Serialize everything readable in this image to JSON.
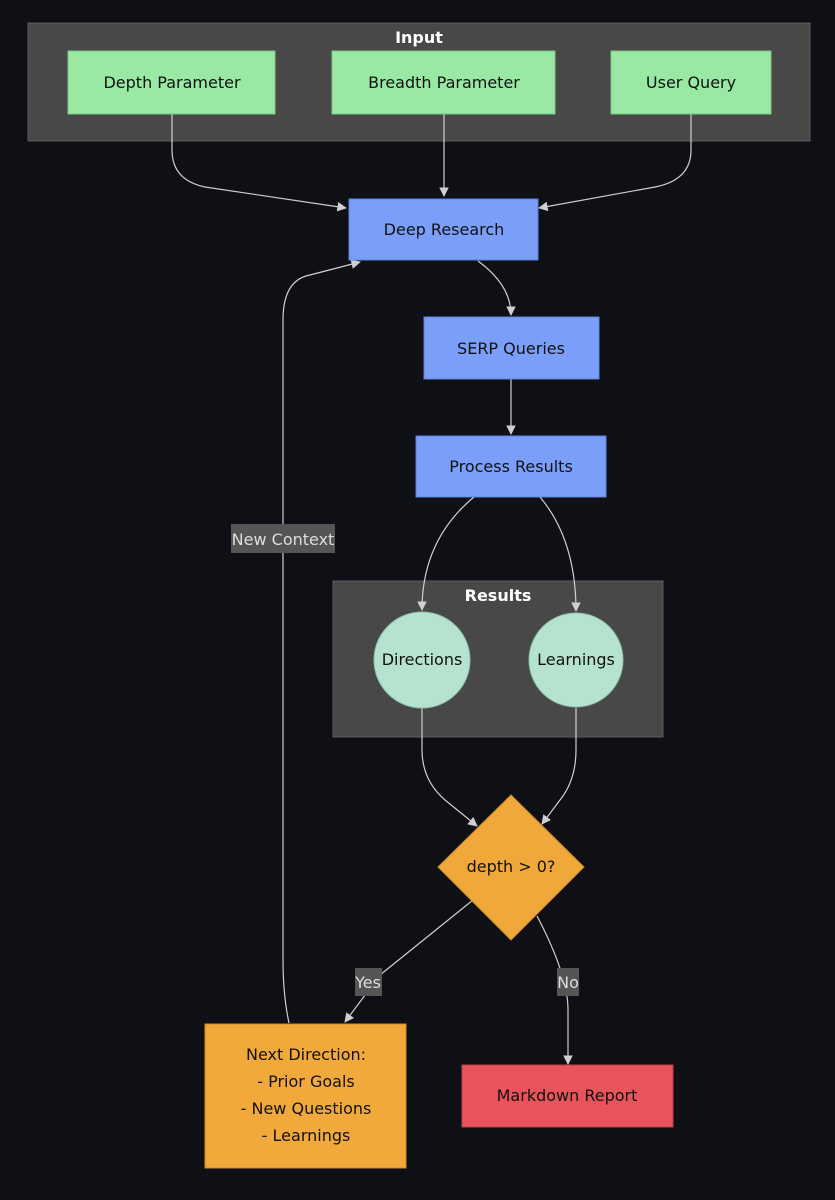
{
  "groups": {
    "input": {
      "title": "Input"
    },
    "results": {
      "title": "Results"
    }
  },
  "nodes": {
    "depth_parameter": "Depth Parameter",
    "breadth_parameter": "Breadth Parameter",
    "user_query": "User Query",
    "deep_research": "Deep Research",
    "serp_queries": "SERP Queries",
    "process_results": "Process Results",
    "directions": "Directions",
    "learnings": "Learnings",
    "decision": "depth > 0?",
    "next_direction": {
      "line1": "Next Direction:",
      "line2": "- Prior Goals",
      "line3": "- New Questions",
      "line4": "- Learnings"
    },
    "markdown_report": "Markdown Report"
  },
  "edge_labels": {
    "new_context": "New Context",
    "yes": "Yes",
    "no": "No"
  },
  "colors": {
    "background": "#0e1015",
    "group_fill": "#484848",
    "input_node": "#99e9a4",
    "process_node": "#7b9ff9",
    "result_node": "#b5e3cf",
    "decision_node": "#f0a83a",
    "next_direction_node": "#f2a93b",
    "report_node": "#e9545b",
    "edge": "#cfcfcf",
    "edge_label_bg": "#555555"
  }
}
